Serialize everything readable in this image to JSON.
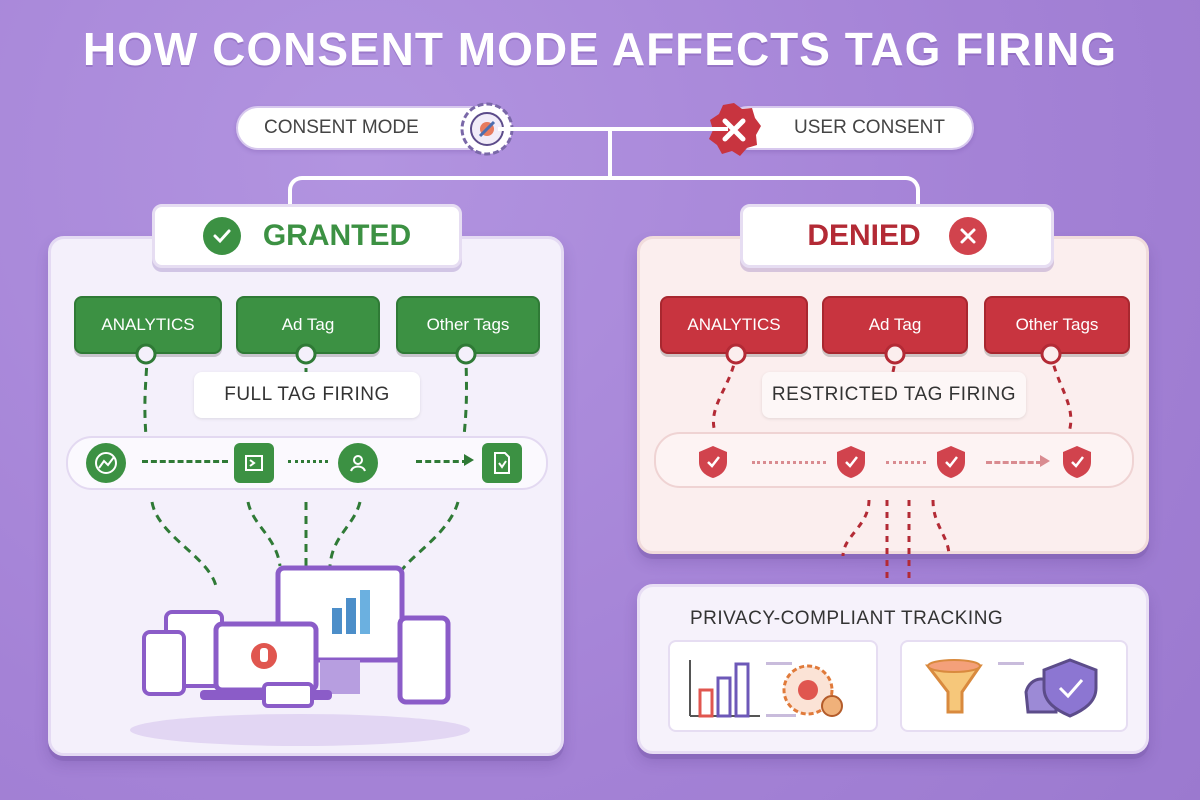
{
  "title": "HOW CONSENT MODE AFFECTS TAG FIRING",
  "top_controls": {
    "consent_mode_label": "CONSENT MODE",
    "user_consent_label": "USER CONSENT"
  },
  "granted": {
    "heading": "GRANTED",
    "tags": [
      "ANALYTICS",
      "Ad Tag",
      "Other Tags"
    ],
    "status": "FULL TAG FIRING"
  },
  "denied": {
    "heading": "DENIED",
    "tags": [
      "ANALYTICS",
      "Ad Tag",
      "Other Tags"
    ],
    "status": "RESTRICTED TAG FIRING"
  },
  "privacy": {
    "heading": "PRIVACY-COMPLIANT TRACKING"
  },
  "colors": {
    "background": "#a98ad9",
    "granted_green": "#3c9143",
    "denied_red": "#c8343f",
    "device_purple": "#8b5cc8"
  },
  "icons": {
    "consent_mode": "gear-settings-icon",
    "user_consent": "red-x-shield-icon",
    "granted": "check-circle-icon",
    "denied": "x-circle-icon"
  }
}
